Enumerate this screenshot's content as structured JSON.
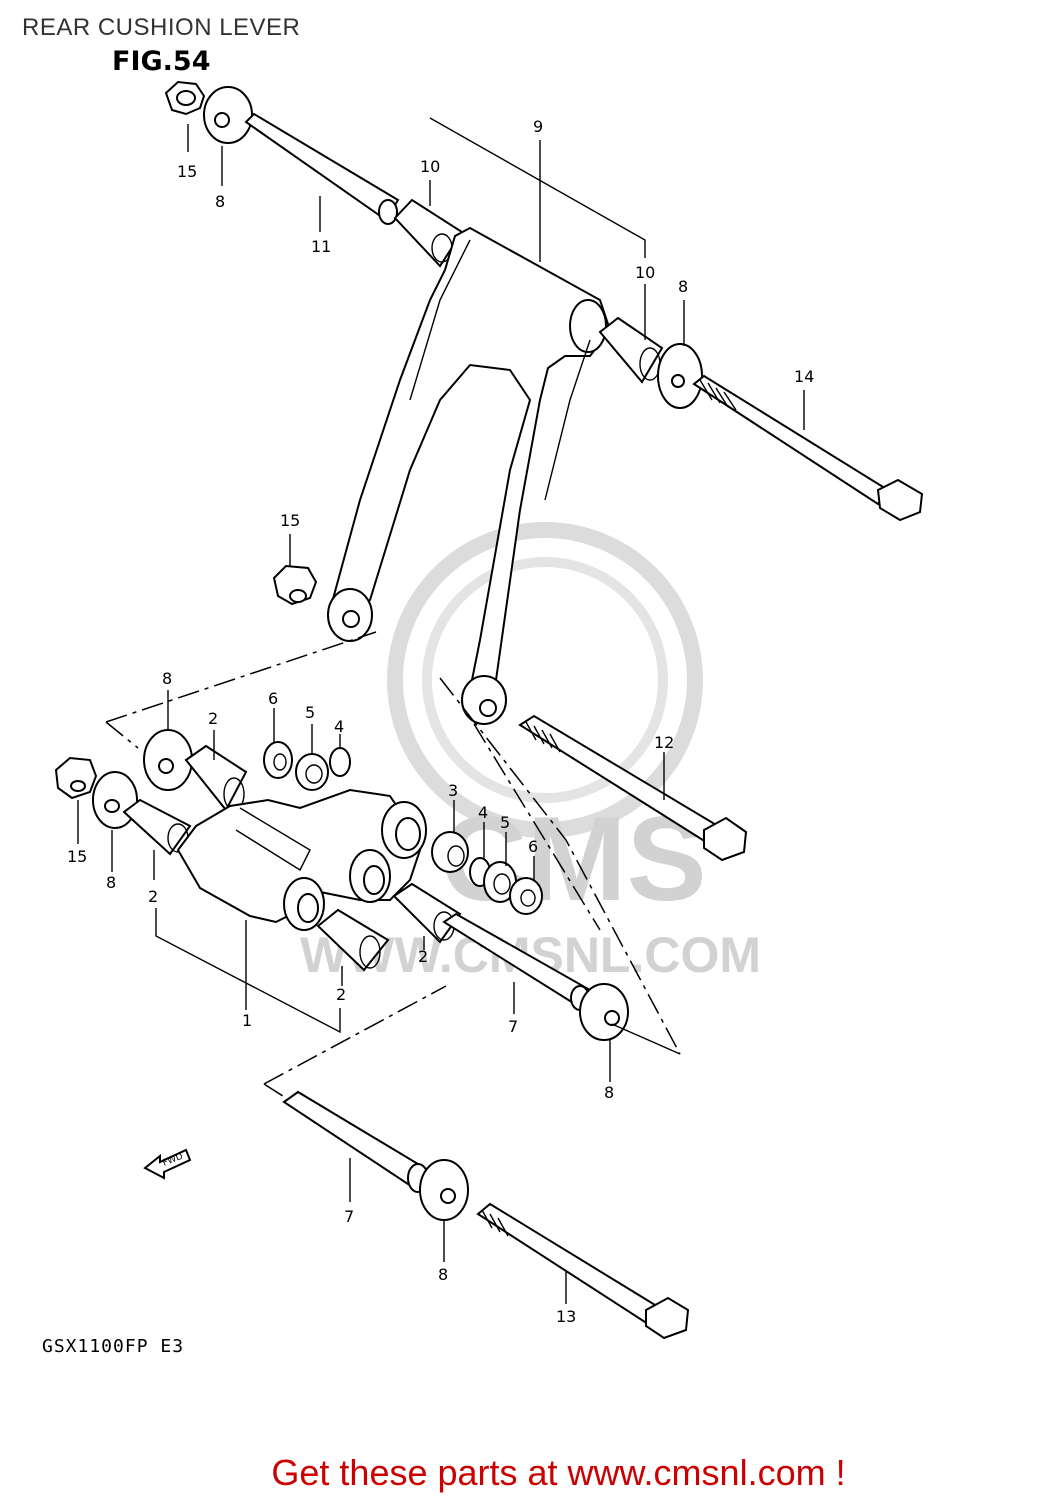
{
  "header": {
    "title": "REAR CUSHION LEVER"
  },
  "figure": {
    "label": "FIG.54",
    "model_code": "GSX1100FP  E3"
  },
  "watermark": {
    "text": "WWW.CMSNL.COM",
    "logo_text": "CMS"
  },
  "fwd_marker": {
    "text": "FWD"
  },
  "callouts": {
    "c1": "15",
    "c2": "8",
    "c3": "11",
    "c4": "10",
    "c5": "9",
    "c6": "10",
    "c7": "8",
    "c8": "14",
    "c9": "15",
    "c10": "8",
    "c11": "2",
    "c12": "6",
    "c13": "5",
    "c14": "4",
    "c15": "12",
    "c16": "15",
    "c17": "8",
    "c18": "2",
    "c19": "3",
    "c20": "4",
    "c21": "5",
    "c22": "6",
    "c23": "2",
    "c24": "1",
    "c25": "2",
    "c26": "7",
    "c27": "8",
    "c28": "7",
    "c29": "8",
    "c30": "13"
  },
  "footer": {
    "link_text": "Get these parts at www.cmsnl.com !"
  },
  "colors": {
    "footer_link": "#cc0000",
    "watermark": "#d2d2d2",
    "line": "#000000"
  }
}
